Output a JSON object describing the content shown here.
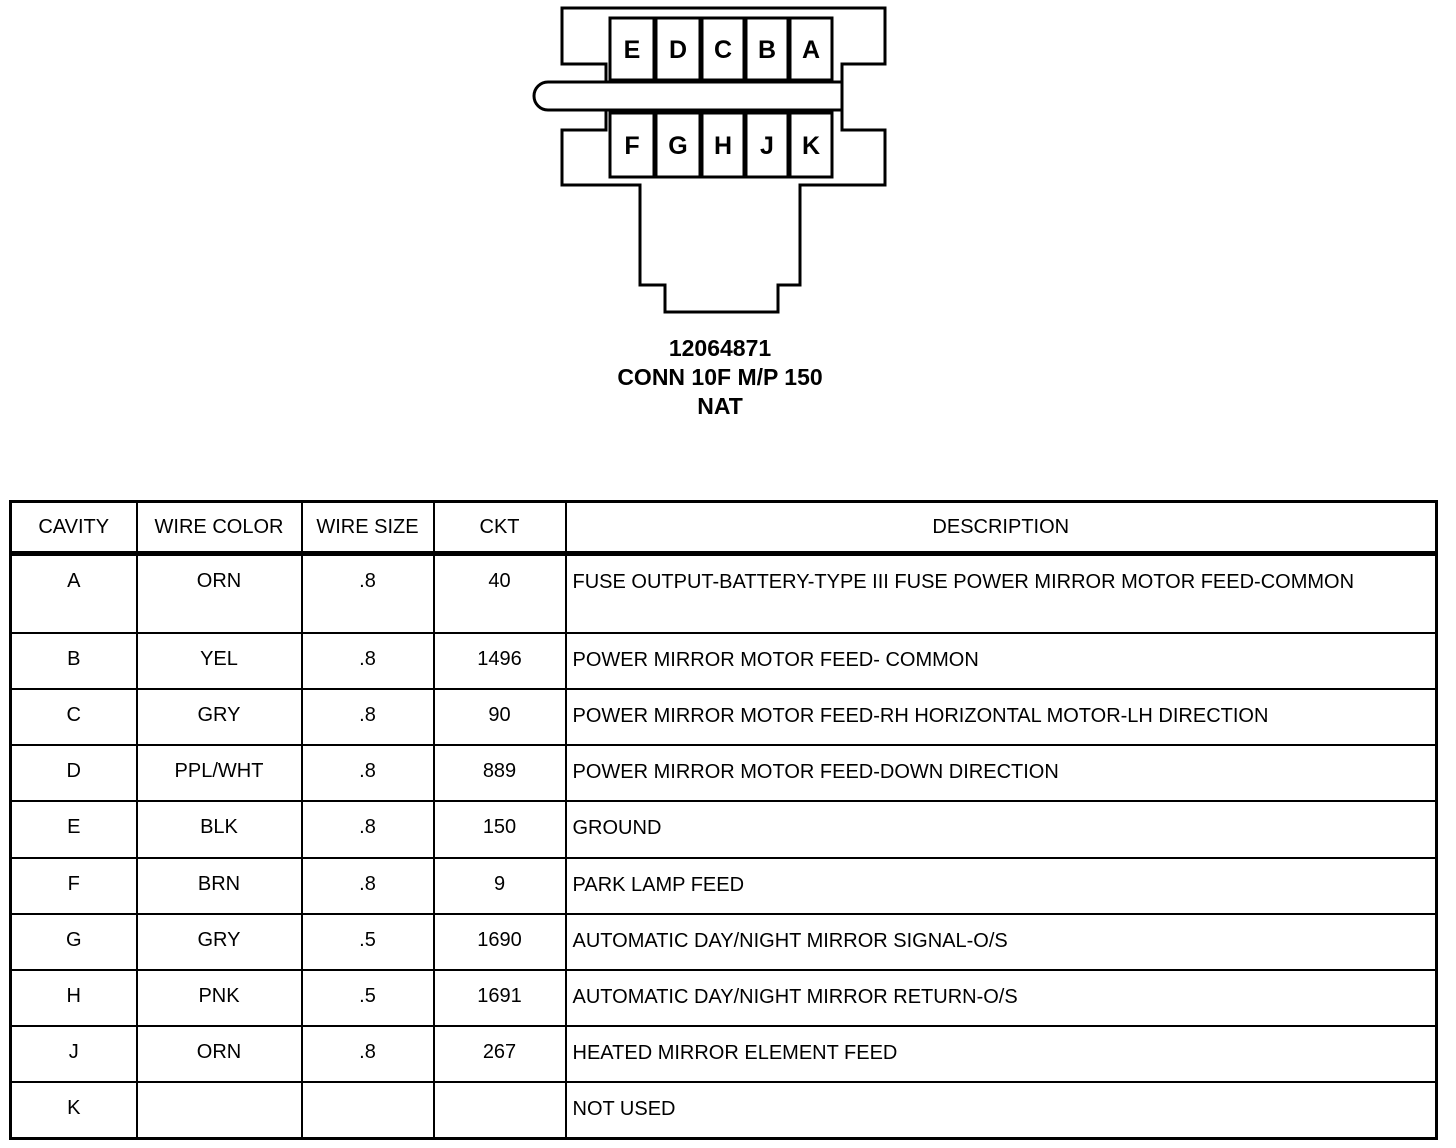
{
  "connector": {
    "top_cavities": [
      "E",
      "D",
      "C",
      "B",
      "A"
    ],
    "bottom_cavities": [
      "F",
      "G",
      "H",
      "J",
      "K"
    ],
    "part_number": "12064871",
    "name": "CONN 10F M/P 150",
    "color": "NAT"
  },
  "table": {
    "headers": [
      "CAVITY",
      "WIRE COLOR",
      "WIRE SIZE",
      "CKT",
      "DESCRIPTION"
    ],
    "rows": [
      {
        "cavity": "A",
        "wire_color": "ORN",
        "wire_size": ".8",
        "ckt": "40",
        "description": "FUSE OUTPUT-BATTERY-TYPE III FUSE POWER MIRROR MOTOR FEED-COMMON"
      },
      {
        "cavity": "B",
        "wire_color": "YEL",
        "wire_size": ".8",
        "ckt": "1496",
        "description": "POWER MIRROR MOTOR FEED- COMMON"
      },
      {
        "cavity": "C",
        "wire_color": "GRY",
        "wire_size": ".8",
        "ckt": "90",
        "description": "POWER MIRROR MOTOR FEED-RH HORIZONTAL MOTOR-LH DIRECTION"
      },
      {
        "cavity": "D",
        "wire_color": "PPL/WHT",
        "wire_size": ".8",
        "ckt": "889",
        "description": "POWER MIRROR MOTOR FEED-DOWN DIRECTION"
      },
      {
        "cavity": "E",
        "wire_color": "BLK",
        "wire_size": ".8",
        "ckt": "150",
        "description": "GROUND"
      },
      {
        "cavity": "F",
        "wire_color": "BRN",
        "wire_size": ".8",
        "ckt": "9",
        "description": "PARK LAMP FEED"
      },
      {
        "cavity": "G",
        "wire_color": "GRY",
        "wire_size": ".5",
        "ckt": "1690",
        "description": "AUTOMATIC DAY/NIGHT MIRROR SIGNAL-O/S"
      },
      {
        "cavity": "H",
        "wire_color": "PNK",
        "wire_size": ".5",
        "ckt": "1691",
        "description": "AUTOMATIC DAY/NIGHT MIRROR RETURN-O/S"
      },
      {
        "cavity": "J",
        "wire_color": "ORN",
        "wire_size": ".8",
        "ckt": "267",
        "description": "HEATED MIRROR ELEMENT FEED"
      },
      {
        "cavity": "K",
        "wire_color": "",
        "wire_size": "",
        "ckt": "",
        "description": "NOT USED"
      }
    ]
  }
}
